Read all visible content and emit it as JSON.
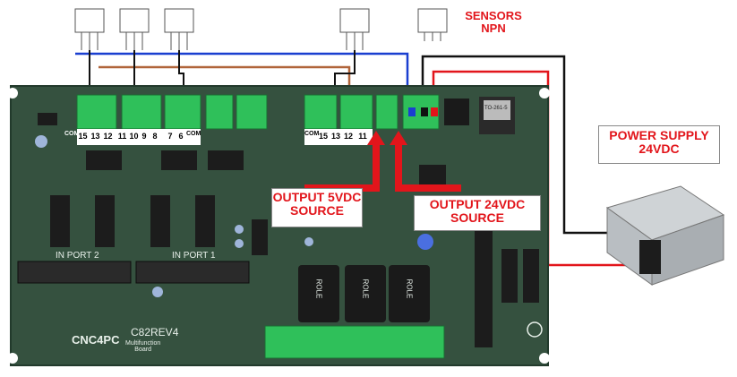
{
  "labels": {
    "sensors": "SENSORS\nNPN",
    "power_supply": "POWER SUPPLY\n24VDC",
    "output_5v": "OUTPUT 5VDC\nSOURCE",
    "output_24v": "OUTPUT 24VDC\nSOURCE"
  },
  "board": {
    "brand": "CNC4PC",
    "model": "C82REV4",
    "subtitle": "Multifunction\nBoard",
    "in_port_2": "IN PORT 2",
    "in_port_1": "IN PORT 1",
    "relay": "ROLE",
    "regulator": "TO-261-5"
  },
  "terminal_left_labels": [
    "15",
    "13",
    "12",
    "11",
    "10",
    "9",
    "8",
    "7",
    "6",
    "COM"
  ],
  "terminal_right_labels": [
    "COM",
    "15",
    "13",
    "12",
    "11"
  ],
  "com_left": "COM",
  "colors": {
    "board": "#35513f",
    "terminal": "#2fc05a",
    "wire_black": "#111111",
    "wire_brown": "#b0643a",
    "wire_blue": "#1a3fd0",
    "wire_red": "#e2151b"
  }
}
